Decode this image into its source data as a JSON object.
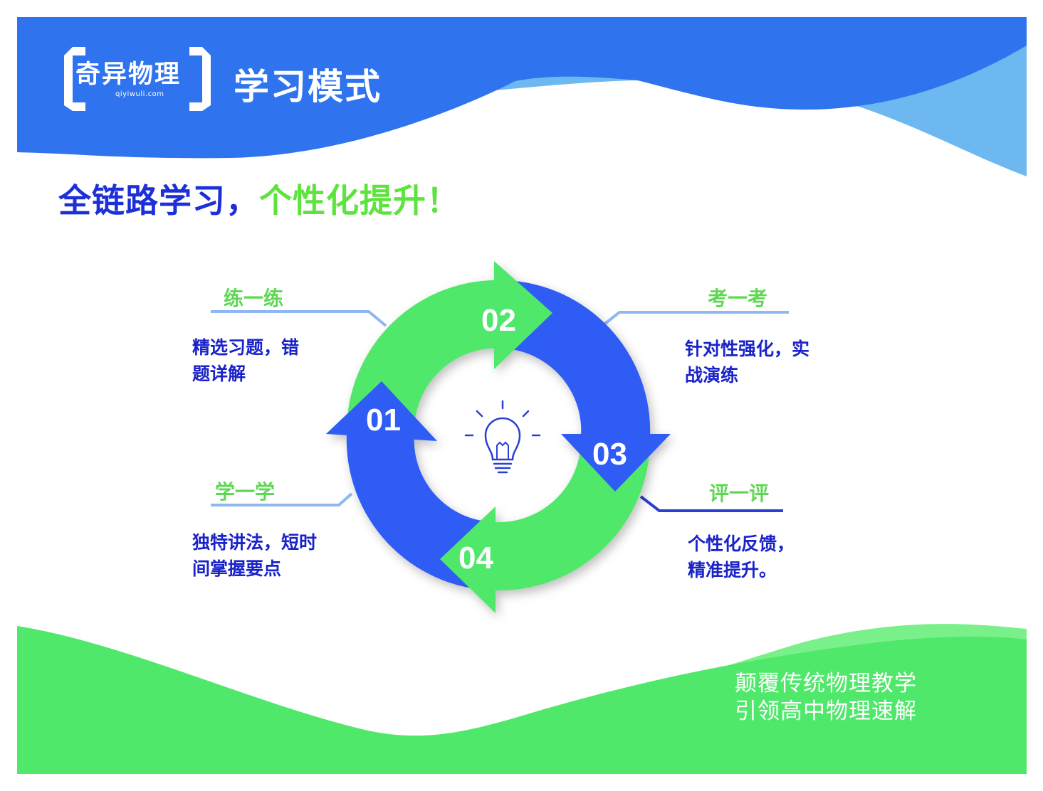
{
  "header": {
    "logo_name": "奇异物理",
    "logo_domain": "qiyiwuli.com",
    "mode_title": "学习模式"
  },
  "headline": {
    "part1": "全链路学习，",
    "part2": "个性化提升！"
  },
  "cycle": {
    "icon": "lightbulb-icon",
    "stages": [
      {
        "number": "01",
        "title": "学一学",
        "desc_lines": [
          "独特讲法，短时",
          "间掌握要点"
        ]
      },
      {
        "number": "02",
        "title": "练一练",
        "desc_lines": [
          "精选习题，错",
          "题详解"
        ]
      },
      {
        "number": "03",
        "title": "考一考",
        "desc_lines": [
          "针对性强化，实",
          "战演练"
        ]
      },
      {
        "number": "04",
        "title": "评一评",
        "desc_lines": [
          "个性化反馈，",
          "精准提升。"
        ]
      }
    ]
  },
  "footer": {
    "slogan_lines": [
      "颠覆传统物理教学",
      "引领高中物理速解"
    ]
  },
  "colors": {
    "primary_blue": "#2f5cf5",
    "light_blue": "#6db8f0",
    "green": "#4fe86a",
    "light_green": "#7af08a",
    "title_blue": "#1d2fd6",
    "title_green": "#5de33d"
  }
}
